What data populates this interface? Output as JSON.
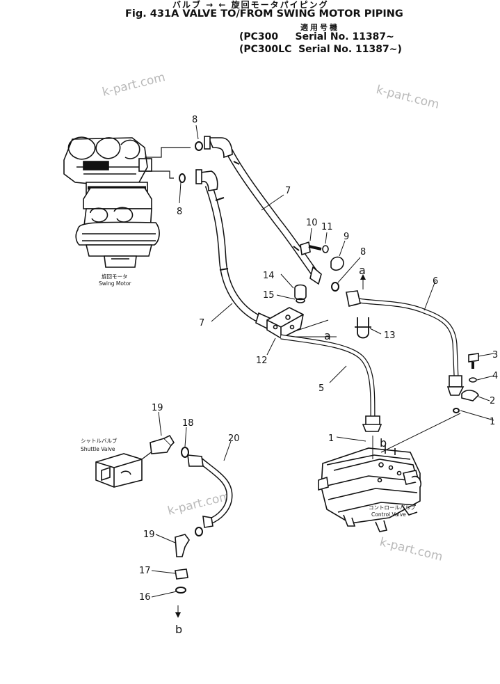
{
  "header": {
    "japanese_title": "バルブ → ← 旋回モータパイピング",
    "title": "Fig. 431A VALVE TO/FROM SWING MOTOR PIPING",
    "applicable_serial_label": "適用号機",
    "serial_lines": [
      "(PC300     Serial No. 11387~",
      "(PC300LC  Serial No. 11387~)"
    ]
  },
  "watermarks": [
    "k-part.com",
    "k-part.com",
    "k-part.com",
    "k-part.com"
  ],
  "components": {
    "swing_motor": {
      "jp": "旋回モータ",
      "en": "Swing Motor"
    },
    "shuttle_valve": {
      "jp": "シャトルバルブ",
      "en": "Shuttle Valve"
    },
    "control_valve": {
      "jp": "コントロールバルブ",
      "en": "Control Valve"
    }
  },
  "callouts": {
    "c8a": "8",
    "c8b": "8",
    "c7a": "7",
    "c10": "10",
    "c11": "11",
    "c9": "9",
    "c8c": "8",
    "c14": "14",
    "c15": "15",
    "c7b": "7",
    "c12": "12",
    "c13": "13",
    "c6": "6",
    "c3": "3",
    "c4": "4",
    "c2": "2",
    "c1a": "1",
    "c5": "5",
    "c1b": "1",
    "c19a": "19",
    "c18": "18",
    "c20": "20",
    "c19b": "19",
    "c17": "17",
    "c16": "16"
  },
  "connection_marks": {
    "a_top": "a",
    "a_block": "a",
    "b_control": "b",
    "b_bottom": "b"
  }
}
